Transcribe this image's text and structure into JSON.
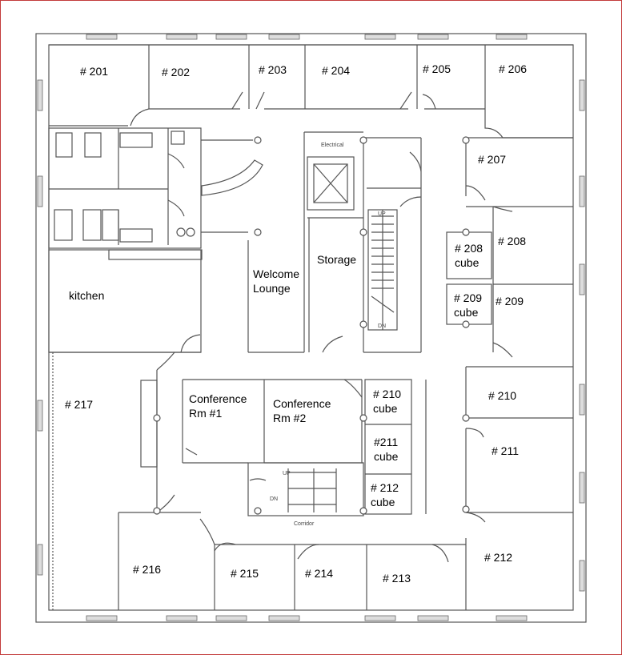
{
  "rooms": {
    "r201": "# 201",
    "r202": "# 202",
    "r203": "# 203",
    "r204": "# 204",
    "r205": "# 205",
    "r206": "# 206",
    "r207": "# 207",
    "r208cube": "# 208\ncube",
    "r208": "# 208",
    "r209cube": "# 209\ncube",
    "r209": "# 209",
    "r210": "# 210",
    "r210cube": "# 210\ncube",
    "r211": "# 211",
    "r211cube": "#211\ncube",
    "r212cube": "# 212\ncube",
    "r212": "# 212",
    "r213": "# 213",
    "r214": "# 214",
    "r215": "# 215",
    "r216": "# 216",
    "r217": "# 217",
    "kitchen": "kitchen",
    "welcome": "Welcome\nLounge",
    "storage": "Storage",
    "conf1": "Conference\nRm #1",
    "conf2": "Conference\nRm #2"
  },
  "annotations": {
    "electrical": "Electrical",
    "corridor": "Corridor",
    "stair_up": "UP",
    "stair_dn": "DN",
    "stair2_up": "UP",
    "stair2_dn": "DN"
  },
  "colors": {
    "frame": "#c23b3b",
    "walls": "#555555"
  }
}
